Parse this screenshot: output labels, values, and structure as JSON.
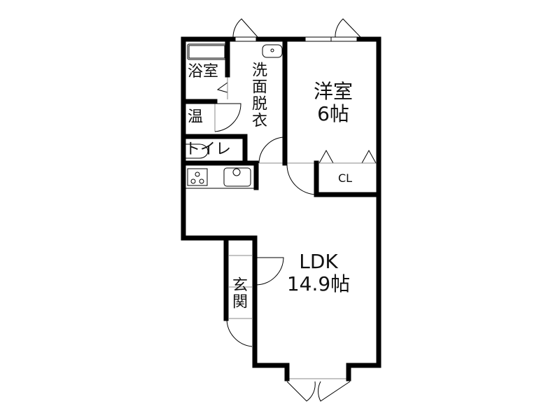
{
  "floorplan": {
    "rooms": {
      "bath": {
        "label": "浴室"
      },
      "water_heater": {
        "label": "温"
      },
      "toilet": {
        "label": "トイレ"
      },
      "washroom": {
        "label": "洗面脱衣"
      },
      "western": {
        "label": "洋室",
        "size": "6帖"
      },
      "closet": {
        "label": "CL"
      },
      "ldk": {
        "label": "LDK",
        "size": "14.9帖"
      },
      "entrance": {
        "label": "玄関"
      }
    },
    "colors": {
      "wall": "#000000",
      "line": "#000000",
      "glass": "#888888",
      "background": "#ffffff"
    }
  }
}
